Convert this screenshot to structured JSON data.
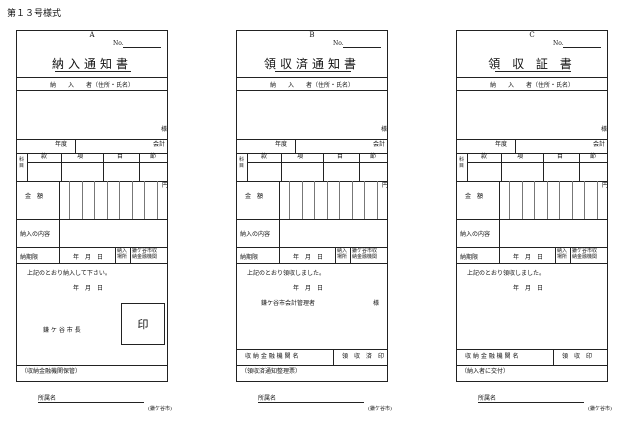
{
  "form_label": "第１３号様式",
  "slips": [
    {
      "letter": "A",
      "title": "納入通知書",
      "payer_header": "納　　入　　者（住所・氏名）",
      "note_footer": "（収納金融機関保管）",
      "message": "上記のとおり納入して下さい。",
      "issuer": "鎌 ケ 谷 市 長",
      "stamp": "印",
      "receiving_header": ""
    },
    {
      "letter": "B",
      "title": "領収済通知書",
      "payer_header": "納　　入　　者（住所・氏名）",
      "note_footer": "（領収済通知整理票）",
      "message": "上記のとおり領収しました。",
      "issuer": "鎌ケ谷市会計管理者",
      "stamp": "",
      "receiving_header": ""
    },
    {
      "letter": "C",
      "title": "領 収 証 書",
      "payer_header": "納　　入　　者（住所・氏名）",
      "note_footer": "（納入者に交付）",
      "message": "上記のとおり領収しました。",
      "issuer": "",
      "stamp": "",
      "receiving_header": ""
    }
  ],
  "common": {
    "no_label": "No.",
    "sama": "様",
    "nendo": "年度",
    "kaikei": "会計",
    "kamoku": "科目",
    "kan": "款",
    "kou": "項",
    "moku": "目",
    "setsu": "節",
    "kingaku": "金　額",
    "yen": "円",
    "naiyou": "納入の内容",
    "nounyuugen": "納期限",
    "date_ymd": "年　月　日",
    "nounyuu_basho": "納入\n場所",
    "kikan": "鎌ケ谷市収\n納金融機関",
    "date_ym": "年　月　日",
    "recv_bank": "収 納 金 融 機 関 名",
    "ryoushuu_in": "領　収　済　印",
    "ryoushuu_in_c": "領　収　印",
    "affiliation": "所属名",
    "city": "(鎌ケ谷市)",
    "sama_b": "様"
  }
}
